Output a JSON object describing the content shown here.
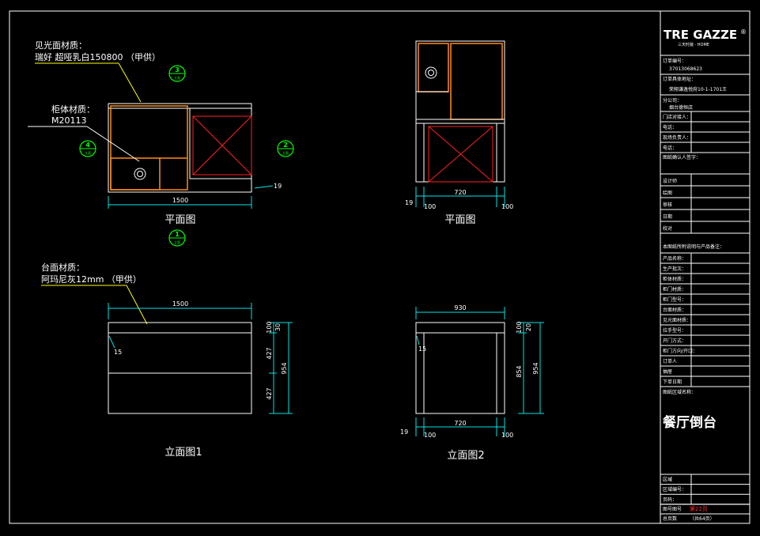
{
  "logo": {
    "brand": "TRE GAZZE",
    "sub": "三天时装 · HOME",
    "reg": "®"
  },
  "title_block": {
    "order_no_label": "订单编号：",
    "order_no_value": "37013068623",
    "address_label": "订单具体地址：",
    "address_value": "荣翔谦逸悦府10-1-1701王",
    "branch_label": "分公司：",
    "branch_value": "烟台德恒店",
    "fields_1": [
      "门店对接人：",
      "电话：",
      "现场负责人：",
      "电话："
    ],
    "confirm_label": "图纸确认人签字：",
    "fields_2": [
      "设计师",
      "绘图",
      "审核",
      "日期",
      "校对"
    ],
    "notice_label": "本图纸所附说明与产品备注：",
    "fields_3": [
      "产品名称：",
      "生产批次：",
      "柜体材质：",
      "柜门材质：",
      "柜门型号：",
      "台面材质：",
      "见光面材质：",
      "拉手型号：",
      "开门方式：",
      "柜门方向/开口：",
      "订单人",
      "抽屉",
      "下单日期"
    ],
    "scope_label": "图纸区域名称：",
    "drawing_name": "餐厅倒台",
    "bottom_fields": [
      "区域",
      "区域编号：",
      "页码："
    ],
    "sheet_label": "图号图号",
    "sheet_value": "第22页",
    "total_label": "总页数",
    "total_value": "（共64页）"
  },
  "annotations": {
    "visible_surface_label": "见光面材质：",
    "visible_surface_value": "瑞好 超哑乳白150800 （甲供）",
    "cabinet_label": "柜体材质：",
    "cabinet_value": "M20113",
    "counter_label": "台面材质：",
    "counter_value": "阿玛尼灰12mm （甲供）"
  },
  "views": {
    "plan_1": "平面图",
    "plan_2": "平面图",
    "elevation_1": "立面图1",
    "elevation_2": "立面图2"
  },
  "markers": [
    {
      "num": "3",
      "sub": "立面"
    },
    {
      "num": "4",
      "sub": "立面"
    },
    {
      "num": "2",
      "sub": "立面"
    },
    {
      "num": "1",
      "sub": "立面"
    }
  ],
  "dimensions": {
    "plan1_width": "1500",
    "plan1_side": "19",
    "plan2_width": "720",
    "plan2_left": "19",
    "plan2_b1": "100",
    "plan2_b2": "100",
    "elev1_width": "1500",
    "elev1_top": "30",
    "elev1_top2": "100",
    "elev1_h1": "427",
    "elev1_h2": "427",
    "elev1_total": "954",
    "elev1_inset": "15",
    "elev2_width": "930",
    "elev2_top": "20",
    "elev2_top2": "100",
    "elev2_h": "854",
    "elev2_total": "954",
    "elev2_inset": "15",
    "elev2_bottom": "720",
    "elev2_left": "19",
    "elev2_b1": "100",
    "elev2_b2": "100"
  },
  "colors": {
    "background": "#000000",
    "lines": "#ffffff",
    "dimension": "#00e5e5",
    "orange": "#ff8c1a",
    "red": "#ff2020",
    "marker": "#00ff00",
    "leader": "#ffff00"
  }
}
